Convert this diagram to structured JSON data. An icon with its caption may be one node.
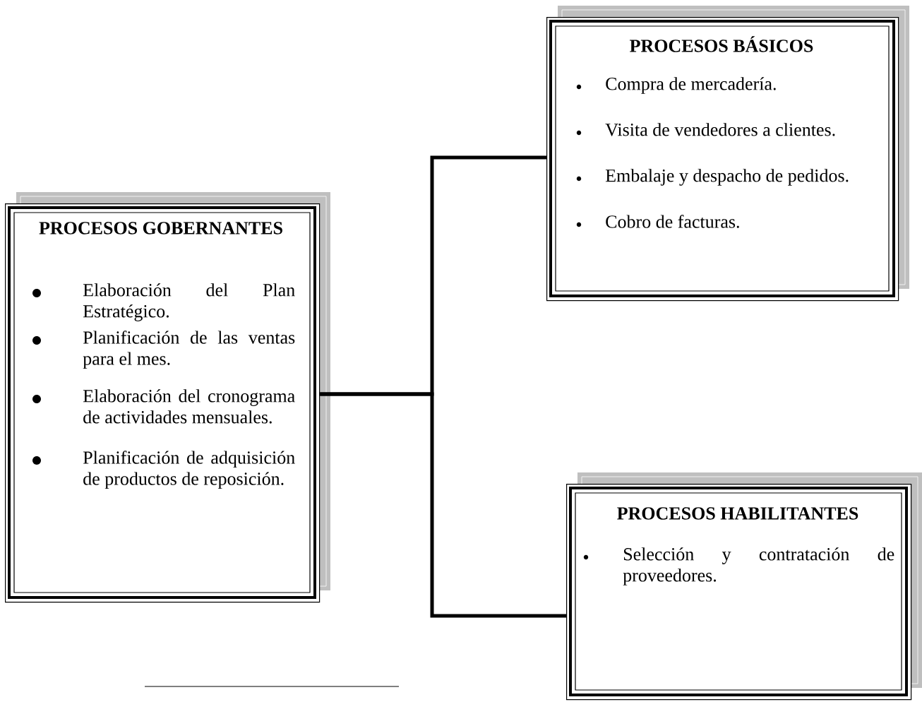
{
  "diagram": {
    "nodes": [
      {
        "text": [
          "PROCESOS GOBERNANTES",
          "Elaboración del Plan Estratégico.",
          "Planificación de las ventas para el mes.",
          "Elaboración del cronograma de actividades mensuales.",
          "Planificación de adquisición de productos de reposición."
        ]
      },
      {
        "text": [
          "PROCESOS BÁSICOS",
          "Compra de   mercadería.",
          "Visita de vendedores a clientes.",
          "Embalaje y despacho de pedidos.",
          "Cobro de facturas."
        ]
      },
      {
        "text": [
          "PROCESOS HABILITANTES",
          "Selección y contratación de proveedores."
        ]
      }
    ],
    "edges": [
      {
        "from": 0,
        "to": 1,
        "arrow": "none"
      },
      {
        "from": 0,
        "to": 2,
        "arrow": "none"
      }
    ]
  }
}
